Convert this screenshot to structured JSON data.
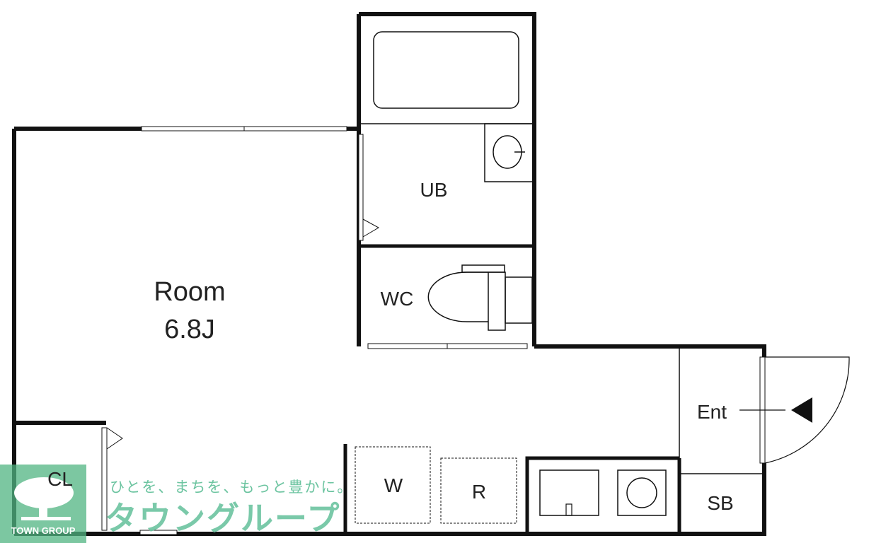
{
  "rooms": {
    "room": {
      "name": "Room",
      "size": "6.8J"
    },
    "ub": "UB",
    "wc": "WC",
    "ent": "Ent",
    "sb": "SB",
    "w": "W",
    "r": "R",
    "cl": "CL"
  },
  "logo": {
    "slogan": "ひとを、まちを、もっと豊かに。",
    "brand": "タウングループ",
    "brand_en": "TOWN GROUP",
    "color": "#6cc4a0"
  }
}
